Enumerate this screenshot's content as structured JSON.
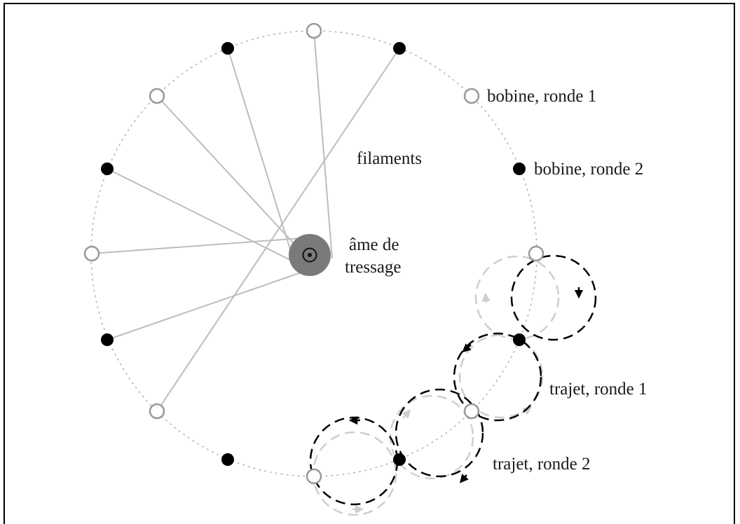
{
  "diagram": {
    "labels": {
      "legend_bobbin_round1": "bobine, ronde 1",
      "legend_bobbin_round2": "bobine, ronde 2",
      "filaments": "filaments",
      "core_line1": "âme de",
      "core_line2": "tressage",
      "path_round1": "trajet, ronde 1",
      "path_round2": "trajet, ronde 2"
    },
    "colors": {
      "background": "#ffffff",
      "frame": "#000000",
      "dotted_circle": "#b3b3b3",
      "filament": "#bdbdbd",
      "bobbin_round1_fill": "#ffffff",
      "bobbin_round1_stroke": "#999999",
      "bobbin_round2_fill": "#000000",
      "core_fill": "#7a7a7a",
      "path_round1": "#cfcfcf",
      "path_round2": "#000000"
    }
  }
}
